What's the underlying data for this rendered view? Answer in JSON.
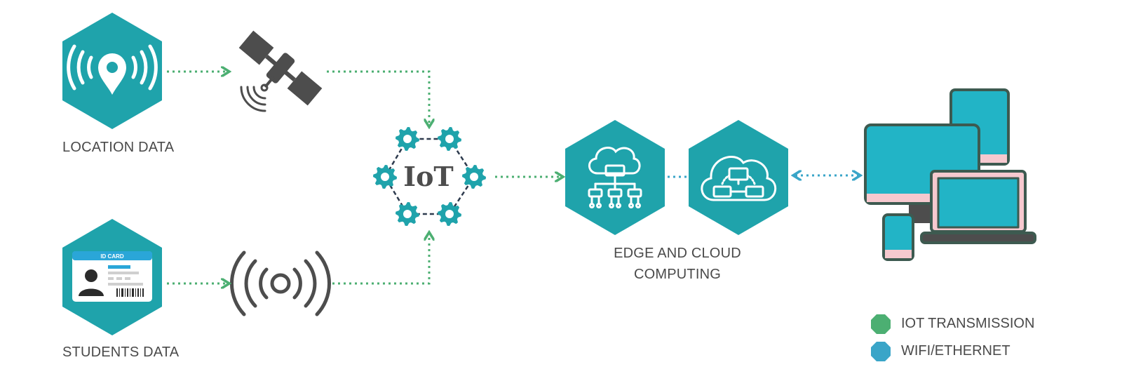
{
  "labels": {
    "location": "LOCATION DATA",
    "students": "STUDENTS DATA",
    "edge_line1": "EDGE AND CLOUD",
    "edge_line2": "COMPUTING",
    "iot": "IoT",
    "id_card": "ID CARD"
  },
  "legend": [
    {
      "label": "IOT TRANSMISSION",
      "color": "#4caf72"
    },
    {
      "label": "WIFI/ETHERNET",
      "color": "#3aa5c8"
    }
  ],
  "colors": {
    "teal": "#1fa3ab",
    "green_arrow": "#4caf72",
    "blue_arrow": "#3aa5c8",
    "dark": "#4d4d4d",
    "device_screen": "#22b4c6",
    "device_pink": "#f6c9cf",
    "device_outline": "#3d5a50"
  }
}
